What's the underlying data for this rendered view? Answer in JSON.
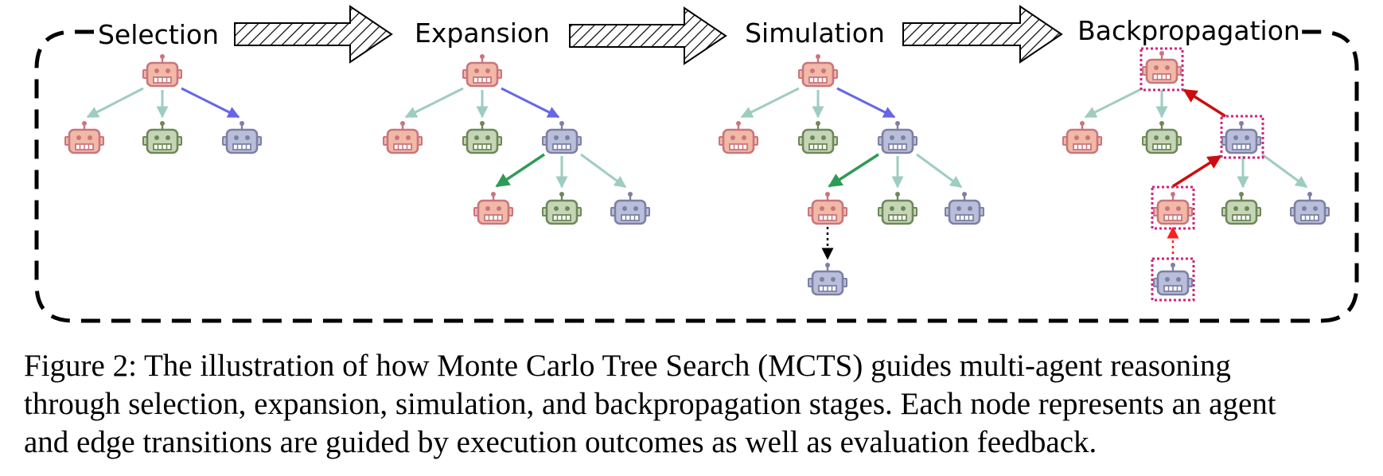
{
  "figure": {
    "stages": [
      {
        "id": "selection",
        "title": "Selection"
      },
      {
        "id": "expansion",
        "title": "Expansion"
      },
      {
        "id": "simulation",
        "title": "Simulation"
      },
      {
        "id": "backpropagation",
        "title": "Backpropagation"
      }
    ],
    "arrow_count": 3,
    "node_colors": {
      "red": {
        "fill": "#f2b9a6",
        "stroke": "#c9757e"
      },
      "green": {
        "fill": "#c5d6b6",
        "stroke": "#6f8759"
      },
      "purple": {
        "fill": "#b9bfdb",
        "stroke": "#7d80a3"
      }
    },
    "edge_colors": {
      "default": "#9fccc1",
      "selected": "#6565e8",
      "expanded": "#2e9b55",
      "simulated": "#000000",
      "backpropagated": "#cc0d0d",
      "backprop_dotted": "#ff1c1c",
      "highlight_box": "#d1237d"
    }
  },
  "caption": {
    "label": "Figure 2:",
    "text": "The illustration of how Monte Carlo Tree Search (MCTS) guides multi-agent reasoning\nthrough selection, expansion, simulation, and backpropagation stages. Each node represents an agent\nand edge transitions are guided by execution outcomes as well as evaluation feedback."
  }
}
